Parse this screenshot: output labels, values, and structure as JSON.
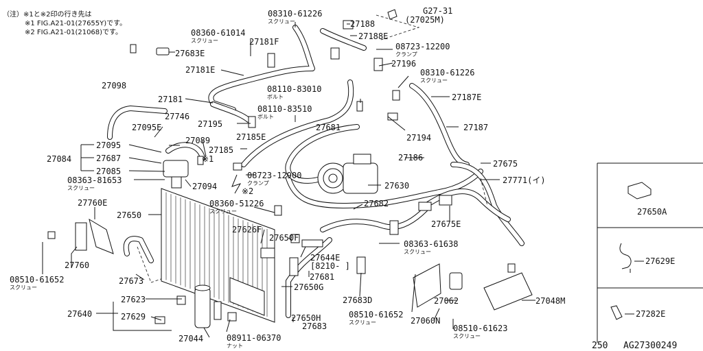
{
  "notes": {
    "line1": "（注）※1と※2印の行き先は",
    "line2": "※1 FIG.A21-01(27655Y)です。",
    "line3": "※2 FIG.A21-01(21068)です。"
  },
  "callouts": [
    {
      "code": "08310-61226",
      "sub": "スクリュー"
    },
    {
      "code": "G27-31",
      "sub": ""
    },
    {
      "code": "(27025M)",
      "sub": ""
    },
    {
      "code": "27188",
      "sub": ""
    },
    {
      "code": "27188E",
      "sub": ""
    },
    {
      "code": "08360-61014",
      "sub": "スクリュー"
    },
    {
      "code": "27181F",
      "sub": ""
    },
    {
      "code": "08723-12200",
      "sub": "クランプ"
    },
    {
      "code": "27683E",
      "sub": ""
    },
    {
      "code": "27196",
      "sub": ""
    },
    {
      "code": "27181E",
      "sub": ""
    },
    {
      "code": "08310-61226",
      "sub": "スクリュー"
    },
    {
      "code": "27098",
      "sub": ""
    },
    {
      "code": "08110-83010",
      "sub": "ボルト"
    },
    {
      "code": "27187E",
      "sub": ""
    },
    {
      "code": "27181",
      "sub": ""
    },
    {
      "code": "08110-83510",
      "sub": "ボルト"
    },
    {
      "code": "27746",
      "sub": ""
    },
    {
      "code": "27195",
      "sub": ""
    },
    {
      "code": "27187",
      "sub": ""
    },
    {
      "code": "27095E",
      "sub": ""
    },
    {
      "code": "27681",
      "sub": ""
    },
    {
      "code": "27185E",
      "sub": ""
    },
    {
      "code": "27194",
      "sub": ""
    },
    {
      "code": "27089",
      "sub": ""
    },
    {
      "code": "27095",
      "sub": ""
    },
    {
      "code": "27185",
      "sub": ""
    },
    {
      "code": "27186",
      "sub": ""
    },
    {
      "code": "27687",
      "sub": ""
    },
    {
      "code": "27084",
      "sub": ""
    },
    {
      "code": "27675",
      "sub": ""
    },
    {
      "code": "27085",
      "sub": ""
    },
    {
      "code": "08723-12900",
      "sub": "クランプ"
    },
    {
      "code": "27771(イ)",
      "sub": ""
    },
    {
      "code": "08363-81653",
      "sub": "スクリュー"
    },
    {
      "code": "27094",
      "sub": ""
    },
    {
      "code": "27630",
      "sub": ""
    },
    {
      "code": "27760E",
      "sub": ""
    },
    {
      "code": "08360-51226",
      "sub": "スクリュー"
    },
    {
      "code": "27682",
      "sub": ""
    },
    {
      "code": "27650",
      "sub": ""
    },
    {
      "code": "27675E",
      "sub": ""
    },
    {
      "code": "27626F",
      "sub": ""
    },
    {
      "code": "27650F",
      "sub": ""
    },
    {
      "code": "08363-61638",
      "sub": "スクリュー"
    },
    {
      "code": "27644E",
      "sub": ""
    },
    {
      "code": "[8210- ]",
      "sub": ""
    },
    {
      "code": "27760",
      "sub": ""
    },
    {
      "code": "27681",
      "sub": ""
    },
    {
      "code": "08510-61652",
      "sub": "スクリュー"
    },
    {
      "code": "27673",
      "sub": ""
    },
    {
      "code": "27650G",
      "sub": ""
    },
    {
      "code": "27683D",
      "sub": ""
    },
    {
      "code": "27623",
      "sub": ""
    },
    {
      "code": "27062",
      "sub": ""
    },
    {
      "code": "27048M",
      "sub": ""
    },
    {
      "code": "27640",
      "sub": ""
    },
    {
      "code": "27629",
      "sub": ""
    },
    {
      "code": "27650H",
      "sub": ""
    },
    {
      "code": "08510-61652",
      "sub": "スクリュー"
    },
    {
      "code": "27683",
      "sub": ""
    },
    {
      "code": "27060N",
      "sub": ""
    },
    {
      "code": "08510-61623",
      "sub": "スクリュー"
    },
    {
      "code": "27044",
      "sub": ""
    },
    {
      "code": "08911-06370",
      "sub": "ナット"
    }
  ],
  "markers": {
    "m1": "※1",
    "m2": "※2"
  },
  "side_panel": {
    "box1": "27650A",
    "box2": "27629E",
    "box3": "27282E"
  },
  "footer": {
    "page": "250",
    "code": "AG27300249"
  }
}
